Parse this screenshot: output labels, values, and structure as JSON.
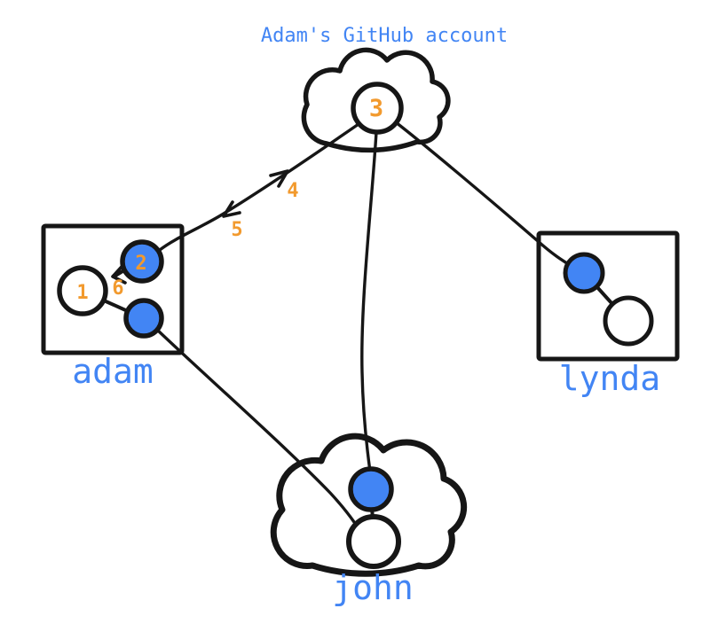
{
  "labels": {
    "title": "Adam's GitHub account",
    "adam": "adam",
    "lynda": "lynda",
    "john": "john"
  },
  "steps": {
    "one": "1",
    "two": "2",
    "three": "3",
    "four": "4",
    "five": "5",
    "six": "6"
  },
  "colors": {
    "node_blue": "#4285F4",
    "label_blue": "#4285F4",
    "step_orange": "#F29A2E",
    "ink": "#161616"
  }
}
